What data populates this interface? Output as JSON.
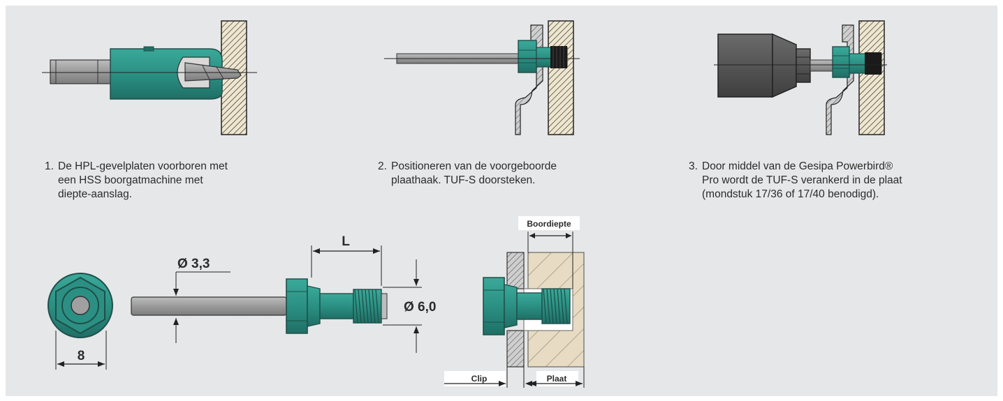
{
  "steps": [
    {
      "num": "1.",
      "lines": [
        "De HPL-gevelplaten voorboren met",
        "een HSS boorgatmachine met",
        "diepte-aanslag."
      ]
    },
    {
      "num": "2.",
      "lines": [
        "Positioneren van de voorgeboorde",
        "plaathaak. TUF-S doorsteken."
      ]
    },
    {
      "num": "3.",
      "lines": [
        "Door middel van de Gesipa Powerbird®",
        "Pro wordt de TUF-S verankerd in de plaat",
        "(mondstuk 17/36 of 17/40 benodigd)."
      ]
    }
  ],
  "dimensions": {
    "head_width": "8",
    "shaft_diameter": "Ø 3,3",
    "length": "L",
    "thread_diameter": "Ø 6,0"
  },
  "section_labels": {
    "drill_depth": "Boordiepte",
    "clip": "Clip",
    "plate": "Plaat"
  },
  "colors": {
    "panel": "#e6e7e8",
    "teal": "#2f9a8d",
    "teal_dark": "#1f6f66",
    "metal": "#9a9a9a",
    "wall": "#e7dcc3"
  }
}
